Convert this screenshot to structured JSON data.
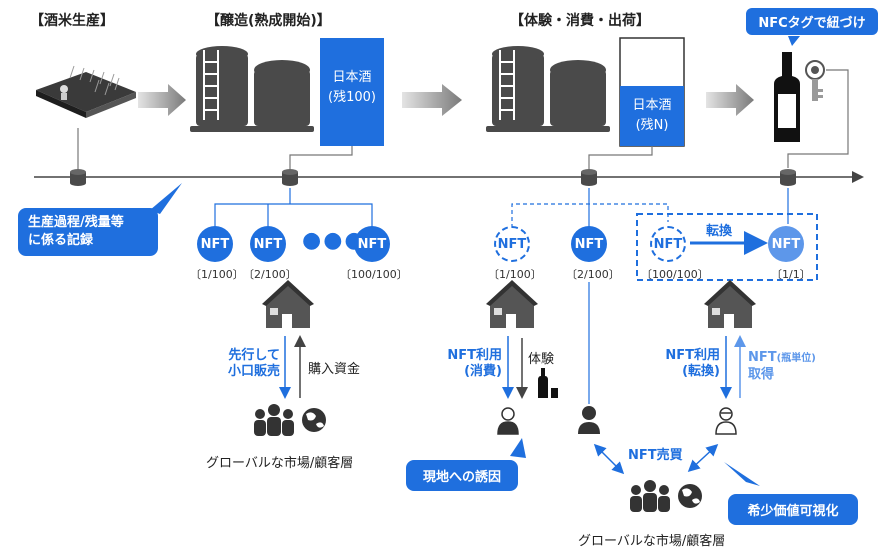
{
  "headers": {
    "rice": "【酒米生産】",
    "brewing": "【醸造(熟成開始)】",
    "experience": "【体験・消費・出荷】"
  },
  "nfc_callout": "NFCタグで紐づけ",
  "record_callout": "生産過程/残量等\nに係る記録",
  "sake_tank_1": {
    "line1": "日本酒",
    "line2": "(残100)"
  },
  "sake_tank_2": {
    "line1": "日本酒",
    "line2": "(残N)"
  },
  "nft_label": "NFT",
  "nft_counts": {
    "a": "〔1/100〕",
    "b": "〔2/100〕",
    "c": "〔100/100〕",
    "d": "〔1/100〕",
    "e": "〔2/100〕",
    "f": "〔100/100〕",
    "g": "〔1/1〕"
  },
  "exchange_label": "転換",
  "presale_label": "先行して\n小口販売",
  "funds_label": "購入資金",
  "use_consume_label": "NFT利用\n(消費)",
  "experience_label": "体験",
  "use_convert_label": "NFT利用\n(転換)",
  "acquire_label_main": "NFT",
  "acquire_label_sub": "(瓶単位)",
  "acquire_label_line2": "取得",
  "market_label_1": "グローバルな市場/顧客層",
  "market_label_2": "グローバルな市場/顧客層",
  "visit_callout": "現地への誘因",
  "nft_trade_label": "NFT売買",
  "visibility_callout": "希少価値可視化",
  "colors": {
    "accent": "#1f6fde",
    "accent_light": "#5d97ea",
    "gray": "#555555"
  }
}
